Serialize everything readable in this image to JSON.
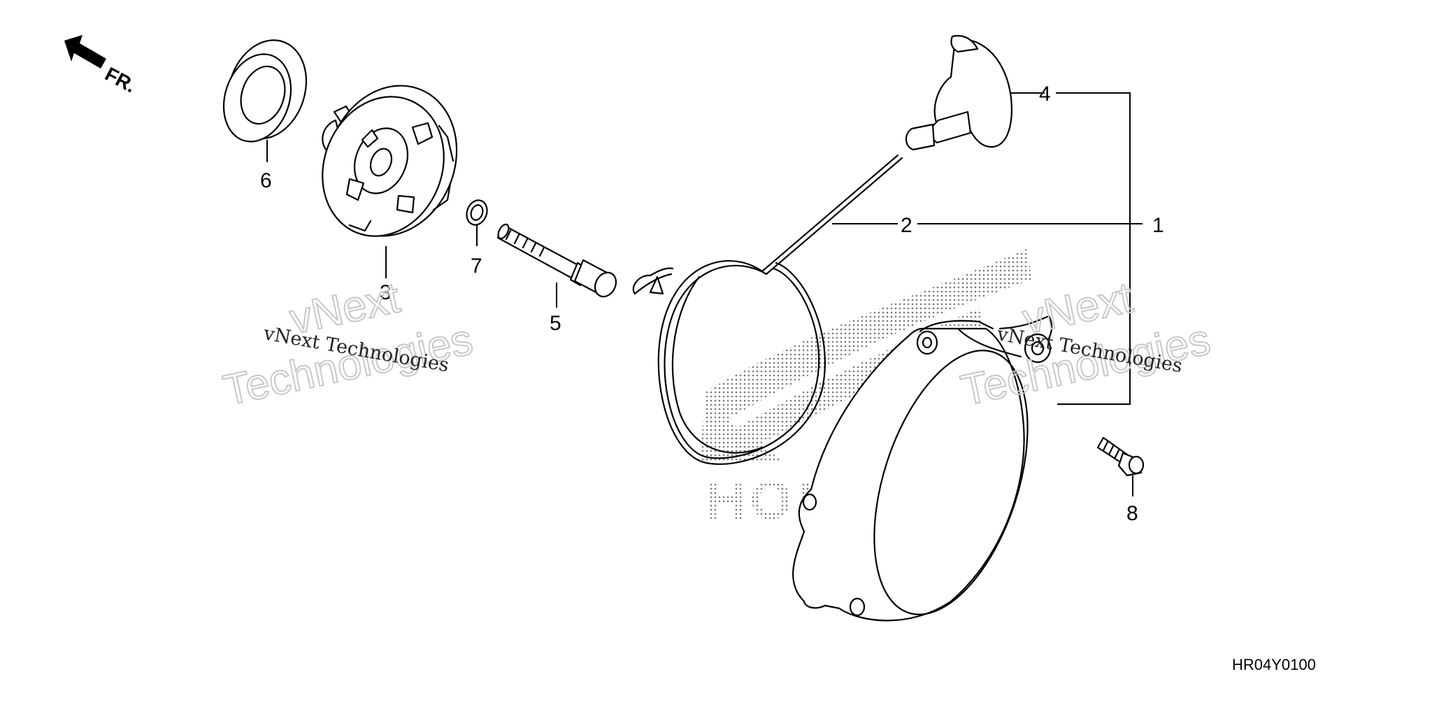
{
  "orientation": {
    "label": "FR.",
    "icon": "front-arrow-icon"
  },
  "callouts": {
    "c1": "1",
    "c2": "2",
    "c3": "3",
    "c4": "4",
    "c5": "5",
    "c6": "6",
    "c7": "7",
    "c8": "8"
  },
  "watermarks": {
    "left_big_1": "vNext",
    "left_big_2": "Technologies",
    "left_small": "vNext Technologies",
    "right_big_1": "vNext",
    "right_big_2": "Technologies",
    "right_small": "vNext Technologies",
    "brand": "HONDA"
  },
  "diagram_code": "HR04Y0100",
  "parts": [
    {
      "no": "1",
      "icon": "recoil-starter-cover-icon"
    },
    {
      "no": "2",
      "icon": "starter-rope-icon"
    },
    {
      "no": "3",
      "icon": "starter-pulley-icon"
    },
    {
      "no": "4",
      "icon": "starter-grip-icon"
    },
    {
      "no": "5",
      "icon": "flange-bolt-icon"
    },
    {
      "no": "6",
      "icon": "oil-seal-icon"
    },
    {
      "no": "7",
      "icon": "washer-icon"
    },
    {
      "no": "8",
      "icon": "small-bolt-icon"
    }
  ]
}
